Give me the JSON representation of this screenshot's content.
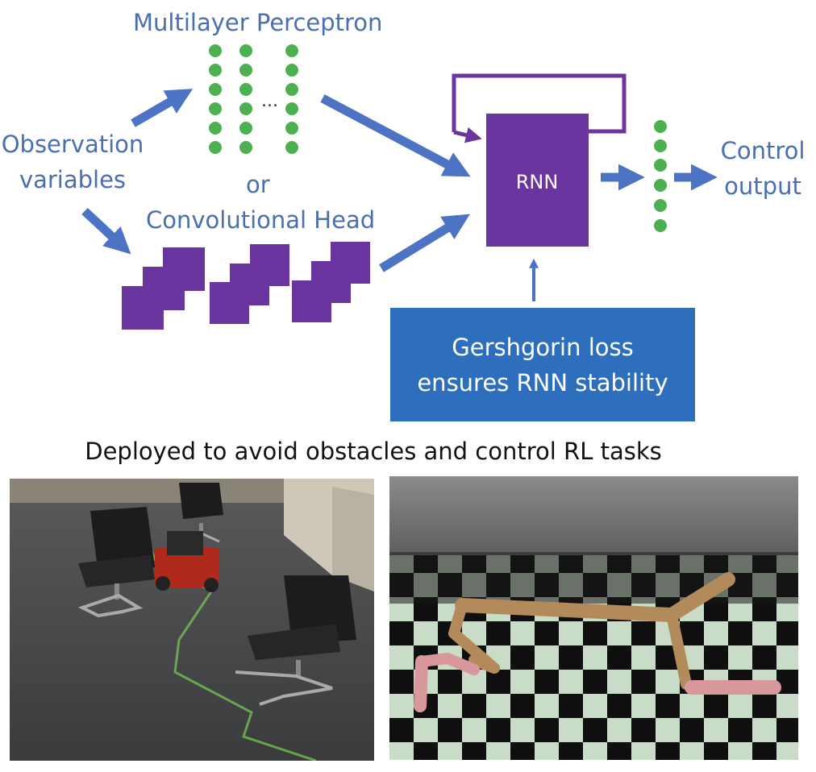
{
  "diagram": {
    "input_label": [
      "Observation",
      "variables"
    ],
    "mlp_label": "Multilayer Perceptron",
    "mlp_ellipsis": "...",
    "or_label": "or",
    "conv_label": "Convolutional Head",
    "rnn_label": "RNN",
    "output_label": [
      "Control",
      "output"
    ],
    "loss_text": [
      "Gershgorin loss",
      "ensures RNN stability"
    ],
    "colors": {
      "arrow": "#4d73c4",
      "rnn": "#6b35a0",
      "neuron": "#4cb050",
      "loss_box": "#2e6fbd",
      "text": "#4a6fb0"
    }
  },
  "caption": "Deployed to avoid obstacles and control RL tasks",
  "images": {
    "left": "robot-obstacle-avoidance-photo",
    "right": "half-cheetah-simulation-render"
  }
}
